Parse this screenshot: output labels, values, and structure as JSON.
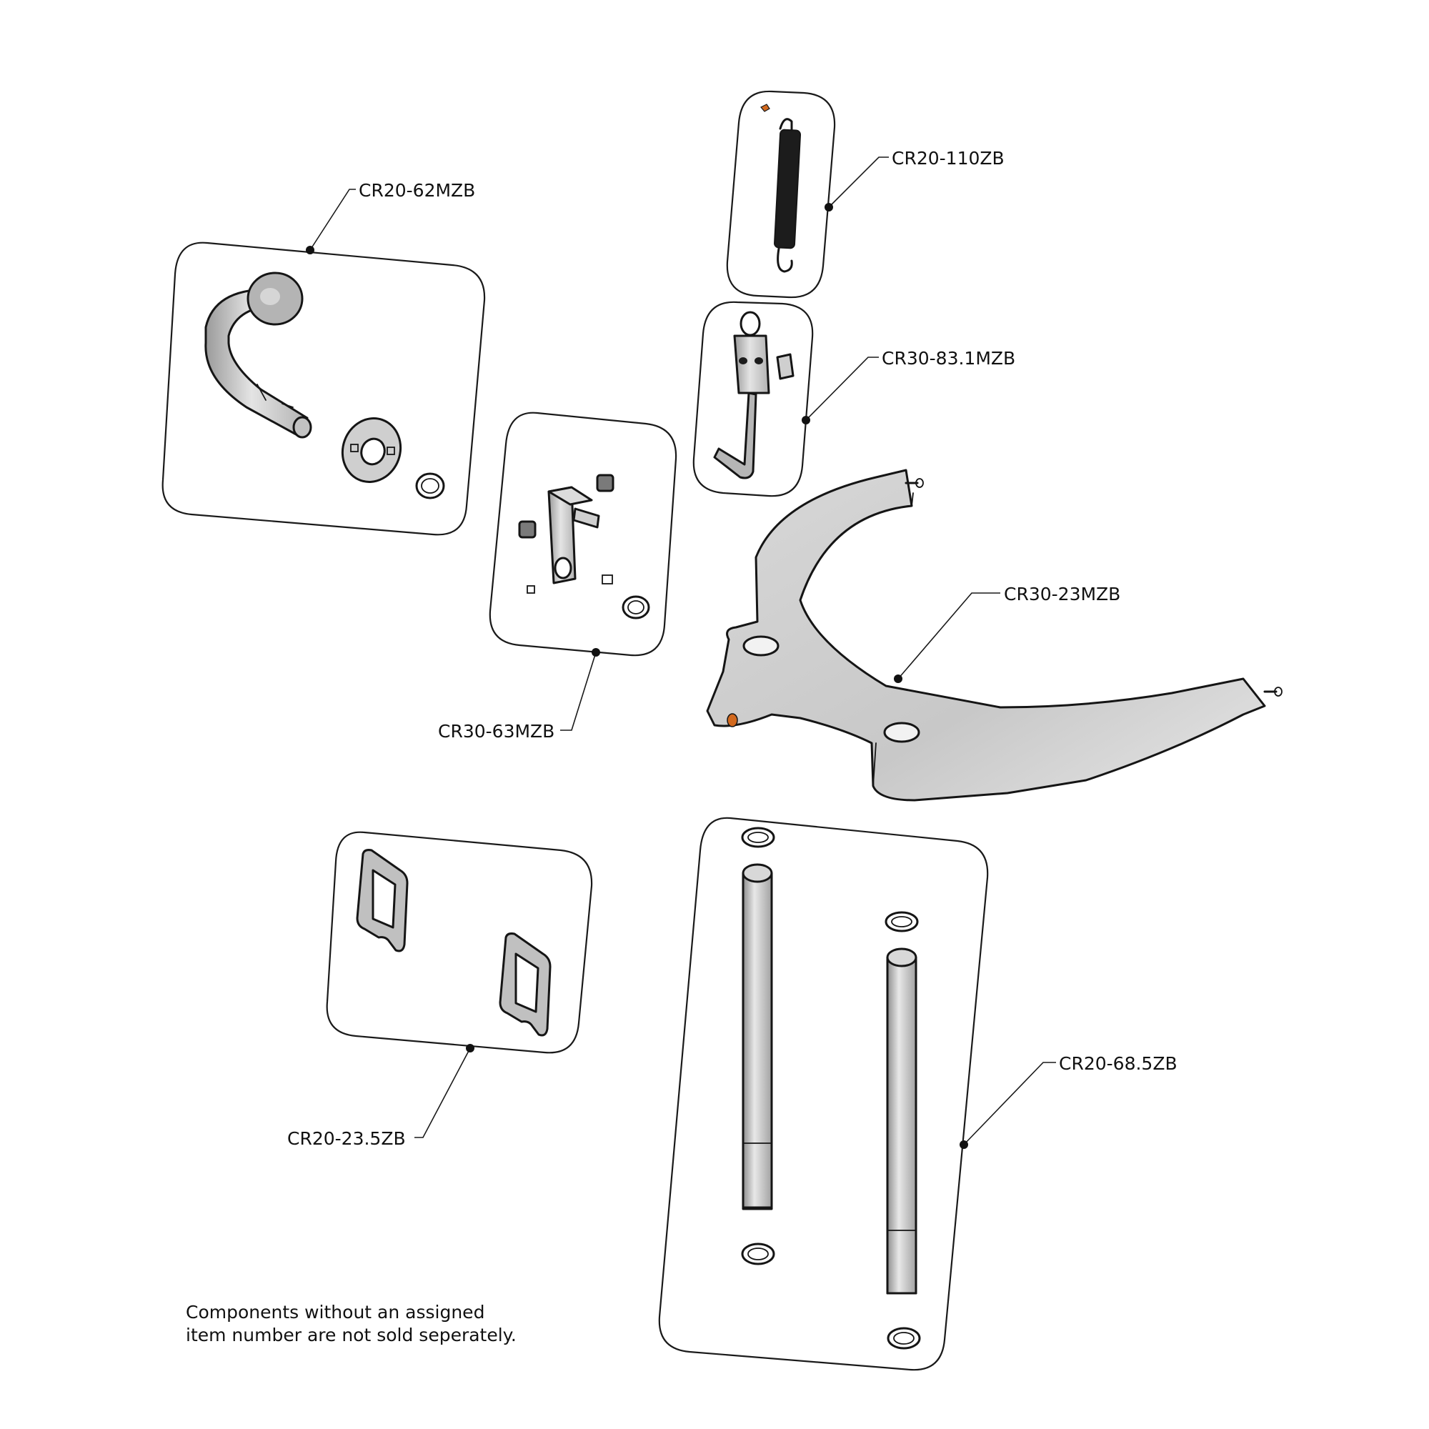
{
  "parts": [
    {
      "id": "CR20-62MZB"
    },
    {
      "id": "CR20-110ZB"
    },
    {
      "id": "CR30-83.1MZB"
    },
    {
      "id": "CR30-63MZB"
    },
    {
      "id": "CR30-23MZB"
    },
    {
      "id": "CR20-23.5ZB"
    },
    {
      "id": "CR20-68.5ZB"
    }
  ],
  "note": {
    "line1": "Components without an assigned",
    "line2": "item number are not sold seperately."
  },
  "colors": {
    "metal_light": "#e2e2e2",
    "metal_mid": "#c4c4c4",
    "metal_dark": "#8e8e8e",
    "spring": "#1c1c1c",
    "accent": "#d2691e"
  }
}
